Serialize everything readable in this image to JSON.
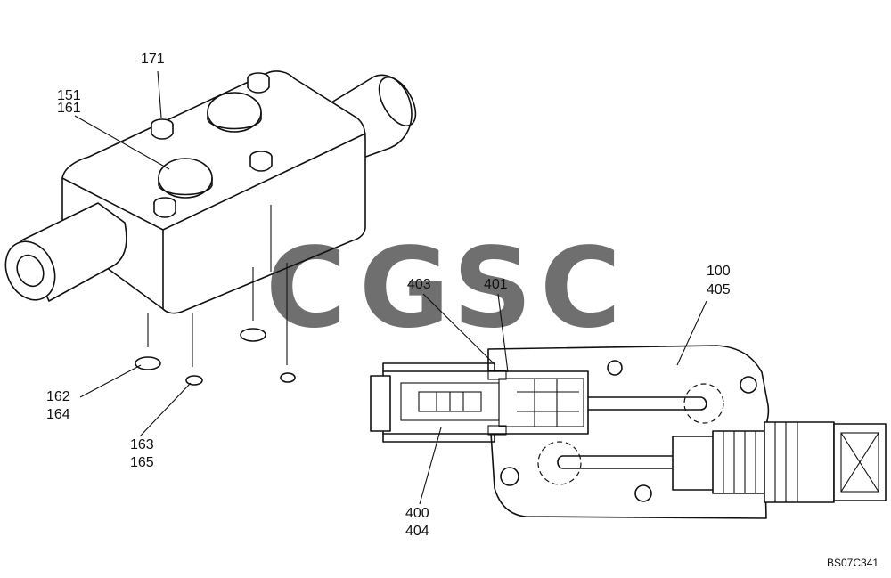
{
  "labels": {
    "l171": "171",
    "l151": "151",
    "l161": "161",
    "l162": "162",
    "l164": "164",
    "l163": "163",
    "l165": "165",
    "l100": "100",
    "l405": "405",
    "l403": "403",
    "l401": "401",
    "l400": "400",
    "l404": "404"
  },
  "figure_code": "BS07C341",
  "watermark": {
    "letters": [
      "C",
      "G",
      "S",
      "C"
    ],
    "colors": [
      "#4285F4",
      "#EA4335",
      "#FBBC05",
      "#34A853"
    ]
  }
}
